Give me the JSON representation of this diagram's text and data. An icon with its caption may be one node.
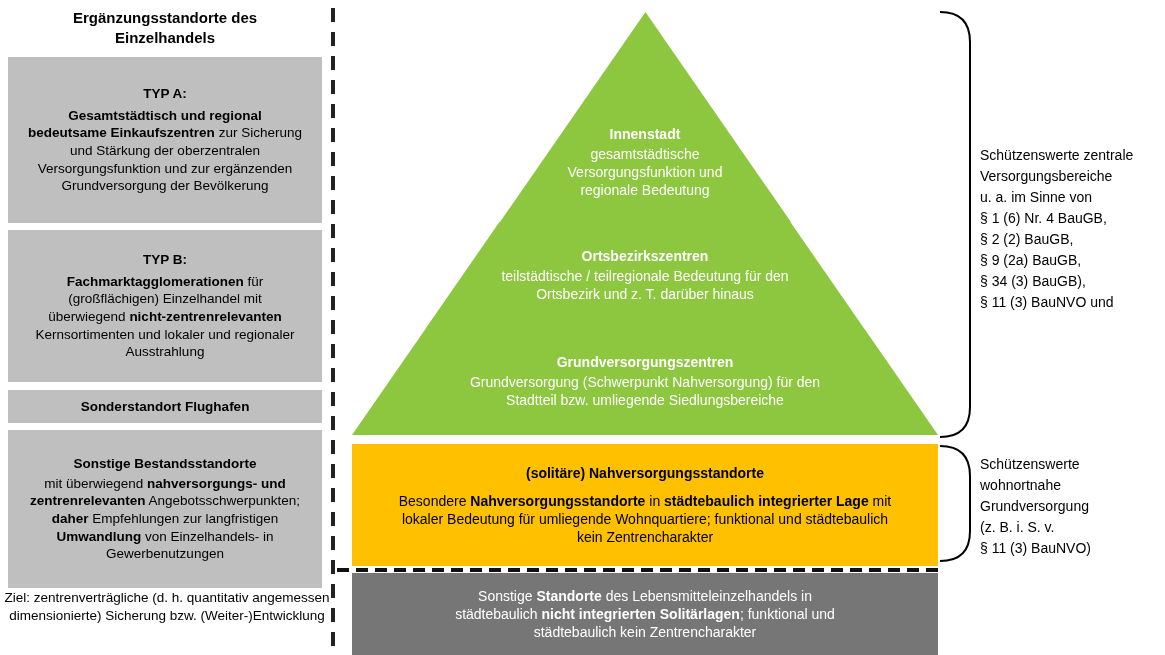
{
  "diagram": {
    "nodes": [
      {
        "text": [
          "TYP A:",
          "**Gesamtstädtisch und regional bedeutsame Einkaufszentren** zur Sicherung und Stärkung der oberzentralen Versorgungsfunktion und zur ergänzenden Grundversorgung der Bevölkerung"
        ]
      },
      {
        "text": [
          "TYP B:",
          "**Fachmarktagglomerationen** für (großflächigen) Einzelhandel mit überwiegend **nicht-zentrenrelevanten** Kernsortimenten und lokaler und regionaler Ausstrahlung"
        ]
      },
      {
        "text": [
          "Sonderstandort Flughafen"
        ]
      },
      {
        "text": [
          "Sonstige Bestandsstandorte",
          "mit überwiegend **nahversorgungs- und zentrenrelevanten** Angebotsschwerpunkten; **daher** Empfehlungen zur langfristigen **Umwandlung** von Einzelhandels- in Gewerbenutzungen"
        ]
      },
      {
        "text": [
          "Innenstadt",
          "gesamtstädtische Versorgungsfunktion und regionale Bedeutung"
        ]
      },
      {
        "text": [
          "Ortsbezirkszentren",
          "teilstädtische / teilregionale Bedeutung für den Ortsbezirk und z. T. darüber hinaus"
        ]
      },
      {
        "text": [
          "Grundversorgungszentren",
          "Grundversorgung (Schwerpunkt Nahversorgung) für den Stadtteil bzw. umliegende Siedlungsbereiche"
        ]
      },
      {
        "text": [
          "(solitäre) Nahversorgungsstandorte",
          "Besondere **Nahversorgungsstandorte** in **städtebaulich integrierter Lage** mit lokaler Bedeutung für umliegende Wohnquartiere; funktional und städtebaulich kein Zentrencharakter"
        ]
      },
      {
        "text": [
          "Sonstige **Standorte** des Lebensmitteleinzelhandels in städtebaulich **nicht integrierten Solitärlagen**; funktional und städtebaulich kein Zentrencharakter"
        ]
      }
    ],
    "labels": [
      "Ergänzungsstandorte des Einzelhandels",
      "Schützenswerte zentrale",
      "Versorgungsbereiche",
      "u. a. im Sinne von",
      "§ 1 (6) Nr. 4 BauGB,",
      "§ 2 (2) BauGB,",
      "§ 9 (2a) BauGB,",
      "§ 34 (3) BauGB),",
      "§ 11 (3) BauNVO und",
      "Schützenswerte",
      "wohnortnahe",
      "Grundversorgung",
      "(z. B. i. S. v.",
      "§ 11 (3) BauNVO)",
      "Ziel: zentrenverträgliche (d. h. quantitativ angemessen dimensionierte) Sicherung bzw. (Weiter-)Entwicklung"
    ]
  }
}
